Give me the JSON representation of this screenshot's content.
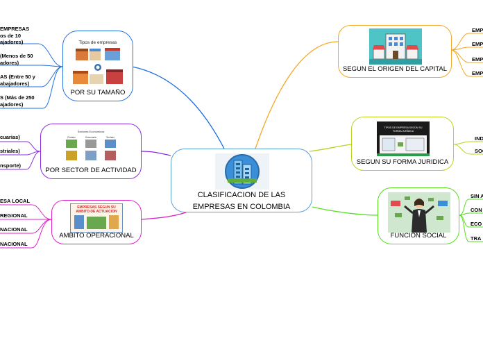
{
  "center": {
    "title_line1": "CLASIFICACION DE LAS",
    "title_line2": "EMPRESAS EN COLOMBIA",
    "image_icon": "office-building-icon"
  },
  "branches": {
    "tamano": {
      "label": "POR SU TAMAÑO",
      "image_title": "Tipos de empresas",
      "color": "#1f6fe0",
      "leaves": [
        [
          "EMPRESAS",
          "os de 10",
          "ajadores)"
        ],
        [
          "(Menos de 50",
          "adores)"
        ],
        [
          "AS (Entre 50 y",
          "abajadores)"
        ],
        [
          "S (Más de 250",
          "ajadores)"
        ]
      ]
    },
    "sector": {
      "label": "POR SECTOR DE ACTIVIDAD",
      "image_title": "Sectores Económicos",
      "image_captions": [
        "Primario",
        "Secundario",
        "Terciario"
      ],
      "color": "#8a2be2",
      "leaves": [
        [
          "cuarias)"
        ],
        [
          "striales)"
        ],
        [
          "nsporte)"
        ]
      ]
    },
    "ambito": {
      "label": "AMBITO OPERACIONAL",
      "image_title_line1": "EMPRESAS SEGUN SU",
      "image_title_line2": "AMBITO DE ACTUACION",
      "color": "#e020c8",
      "leaves": [
        [
          "ESA LOCAL"
        ],
        [
          "REGIONAL"
        ],
        [
          "NACIONAL"
        ],
        [
          "NACIONAL"
        ]
      ]
    },
    "capital": {
      "label": "SEGUN EL ORIGEN DEL CAPITAL",
      "color": "#f5a623",
      "leaves": [
        [
          "EMP"
        ],
        [
          "EMP"
        ],
        [
          "EMP"
        ],
        [
          "EMP"
        ]
      ]
    },
    "juridica": {
      "label": "SEGUN SU FORMA JURIDICA",
      "image_title_line1": "TIPOS DE EMPRESA SEGÚN SU",
      "image_title_line2": "FORMA JURÍDICA",
      "color": "#b8d41e",
      "leaves": [
        [
          "IND"
        ],
        [
          "SOC"
        ]
      ]
    },
    "social": {
      "label": "FUNCION SOCIAL",
      "color": "#55e01c",
      "leaves": [
        [
          "SIN A"
        ],
        [
          "CON"
        ],
        [
          "ECO"
        ],
        [
          "TRA"
        ]
      ]
    }
  },
  "icons": {
    "capital_image": "store-building-icon",
    "social_image": "businesswoman-money-icon",
    "tamano_image": "buildings-icon"
  }
}
